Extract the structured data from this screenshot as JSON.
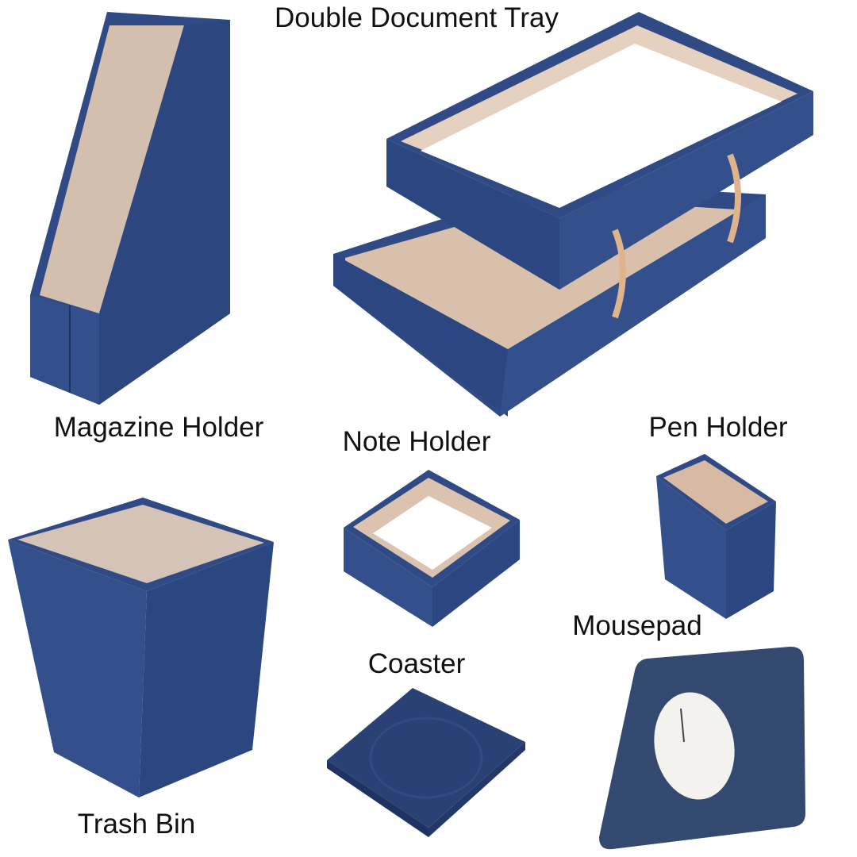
{
  "labels": {
    "double_document_tray": "Double Document Tray",
    "magazine_holder": "Magazine Holder",
    "note_holder": "Note Holder",
    "pen_holder": "Pen Holder",
    "mousepad": "Mousepad",
    "coaster": "Coaster",
    "trash_bin": "Trash Bin"
  },
  "colors": {
    "leather": "#2f4a84",
    "leather_dark": "#253c6c",
    "lining": "#d8c3b2",
    "paper": "#ffffff",
    "clip": "#e0b48a"
  }
}
